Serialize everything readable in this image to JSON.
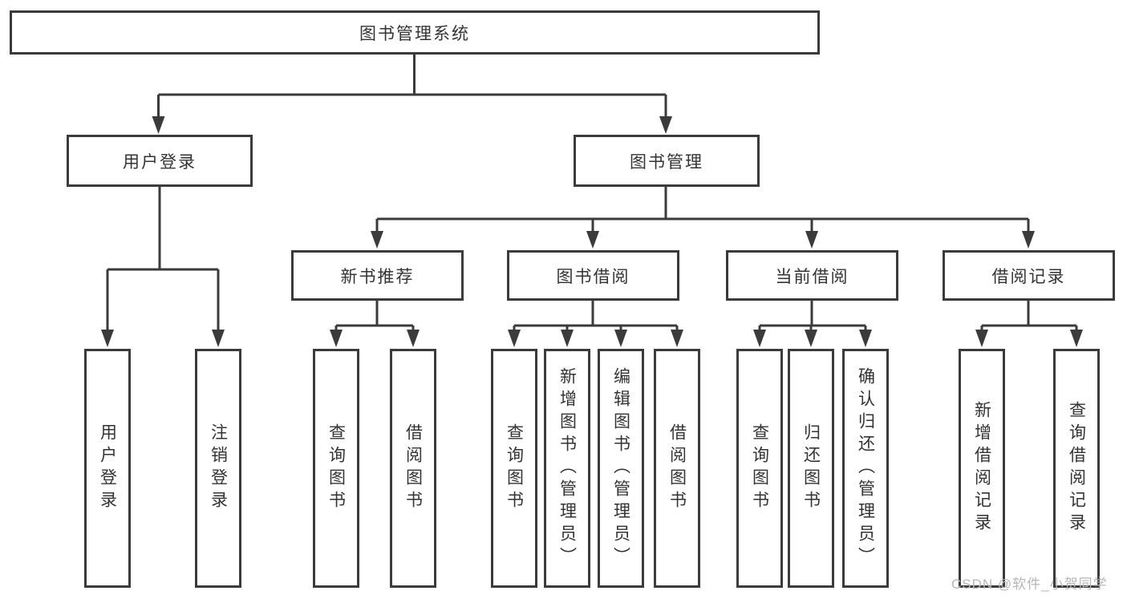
{
  "diagram": {
    "root": {
      "label": "图书管理系统"
    },
    "level2": [
      {
        "label": "用户登录"
      },
      {
        "label": "图书管理"
      }
    ],
    "level3": [
      {
        "label": "新书推荐"
      },
      {
        "label": "图书借阅"
      },
      {
        "label": "当前借阅"
      },
      {
        "label": "借阅记录"
      }
    ],
    "leaves": [
      {
        "label": "用户登录"
      },
      {
        "label": "注销登录"
      },
      {
        "label": "查询图书"
      },
      {
        "label": "借阅图书"
      },
      {
        "label": "查询图书"
      },
      {
        "label": "新增图书（管理员）"
      },
      {
        "label": "编辑图书（管理员）"
      },
      {
        "label": "借阅图书"
      },
      {
        "label": "查询图书"
      },
      {
        "label": "归还图书"
      },
      {
        "label": "确认归还（管理员）"
      },
      {
        "label": "新增借阅记录"
      },
      {
        "label": "查询借阅记录"
      }
    ],
    "colors": {
      "line": "#3b3b3b",
      "box_border": "#3b3b3b",
      "box_fill": "#ffffff",
      "text": "#333333",
      "watermark": "#b7b7b7"
    }
  },
  "watermark": {
    "text": "CSDN @软件_小贺同学"
  }
}
